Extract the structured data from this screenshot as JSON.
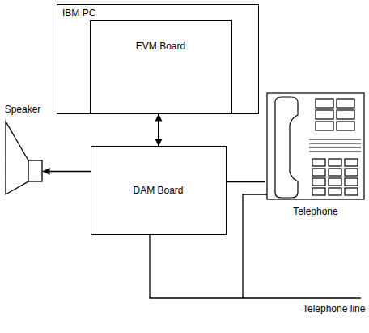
{
  "diagram": {
    "nodes": [
      {
        "text": [
          "IBM PC"
        ]
      },
      {
        "text": [
          "EVM Board"
        ],
        "in": 0
      },
      {
        "text": [
          "Speaker"
        ]
      },
      {
        "text": [
          "DAM Board"
        ]
      },
      {
        "text": [
          "Telephone"
        ]
      }
    ],
    "edges": [
      {
        "from": 0,
        "to": 3,
        "arrow": "both"
      },
      {
        "from": 3,
        "to": 2,
        "arrow": "to"
      },
      {
        "from": 3,
        "to": 4,
        "arrow": "none"
      }
    ],
    "labels": [
      "Telephone line"
    ]
  }
}
